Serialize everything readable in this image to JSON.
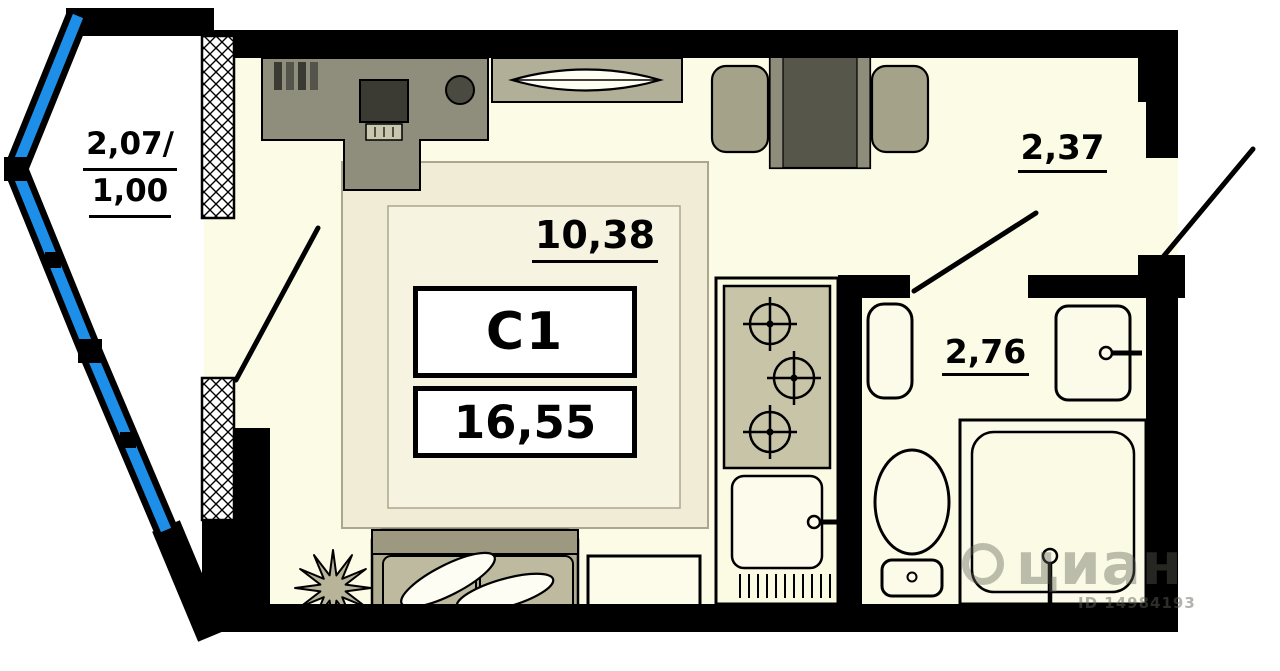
{
  "plan": {
    "unit_label": "С1",
    "total_area": "16,55",
    "living_area": "10,38",
    "balcony_area": {
      "line1": "2,07/",
      "line2": "1,00"
    },
    "hallway_area": "2,37",
    "bathroom_area": "2,76"
  },
  "watermark": {
    "brand": "циан",
    "listing_id": "ID 14984193"
  },
  "colors": {
    "floor": "#FCFBE6",
    "wall": "#000000",
    "window_glazing": "#1E8FE8",
    "furniture_gray": "#8F8D7C",
    "watermark_gray": "#8C8C82"
  }
}
